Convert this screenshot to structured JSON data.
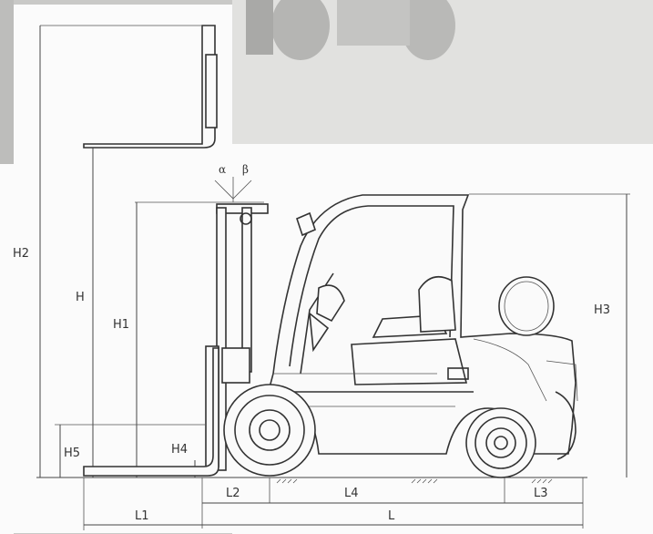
{
  "labels": {
    "H2": "H2",
    "H": "H",
    "H1": "H1",
    "H3": "H3",
    "H4": "H4",
    "H5": "H5",
    "alpha": "α",
    "beta": "β",
    "L1": "L1",
    "L2": "L2",
    "L3": "L3",
    "L4": "L4",
    "L": "L"
  },
  "colors": {
    "photo_background": "#c9c9c7",
    "panel": "#fbfbfb",
    "line": "#333333"
  },
  "icons": {
    "forklift": "forklift-side-view-icon",
    "lpg_tank": "gas-cylinder-icon"
  }
}
